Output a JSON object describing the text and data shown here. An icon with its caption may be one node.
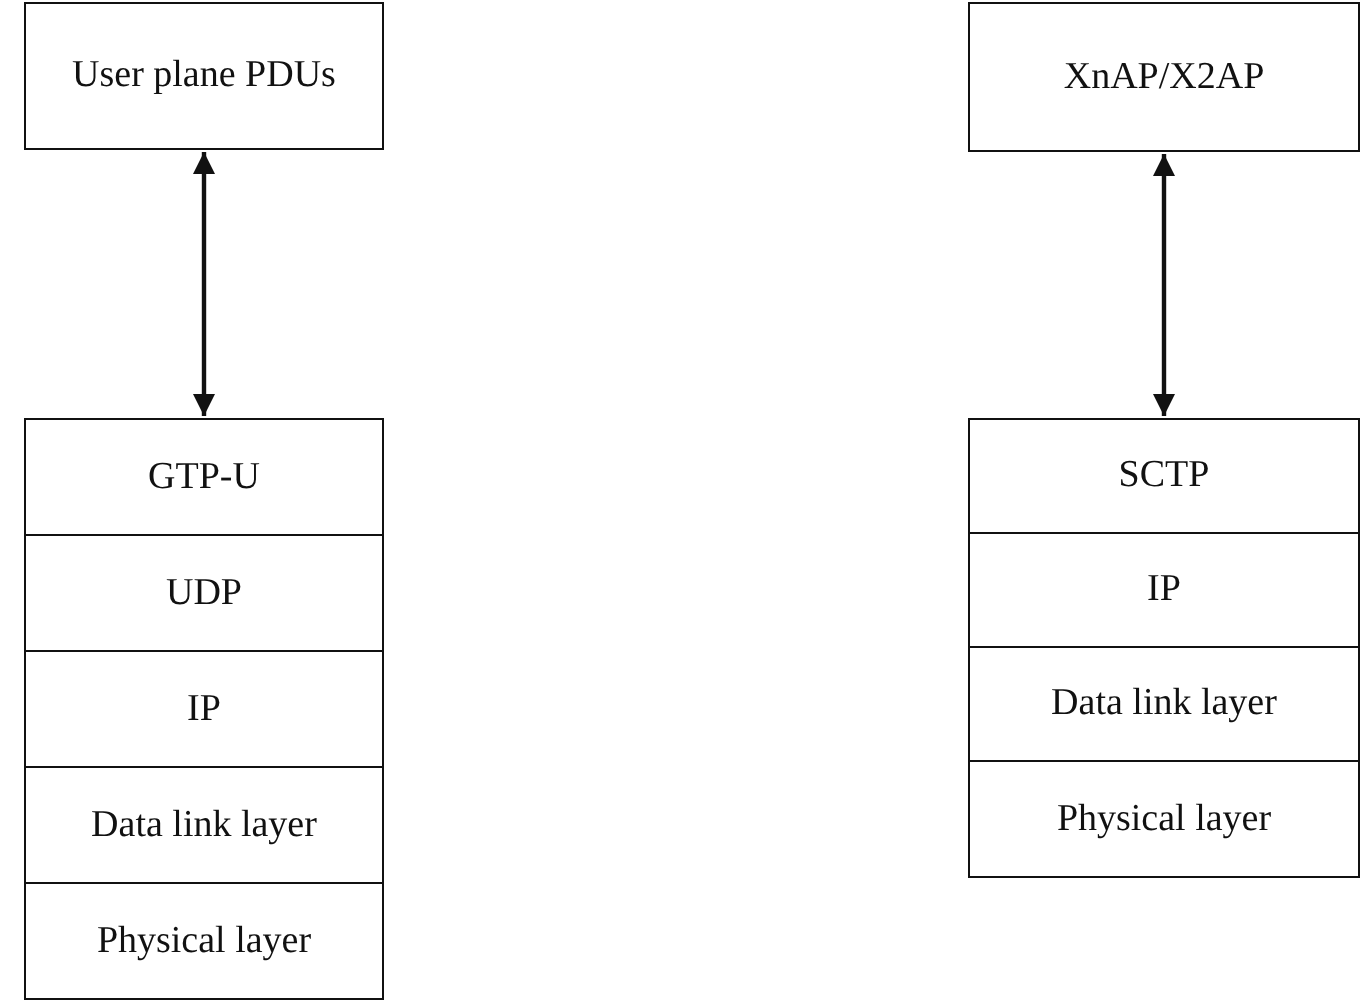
{
  "diagram": {
    "nodes": [
      {
        "text": [
          "User plane PDUs"
        ]
      },
      {
        "text": [
          "GTP-U"
        ]
      },
      {
        "text": [
          "UDP"
        ]
      },
      {
        "text": [
          "IP"
        ]
      },
      {
        "text": [
          "Data link layer"
        ]
      },
      {
        "text": [
          "Physical layer"
        ]
      },
      {
        "text": [
          "XnAP/X2AP"
        ]
      },
      {
        "text": [
          "SCTP"
        ]
      },
      {
        "text": [
          "IP"
        ]
      },
      {
        "text": [
          "Data link layer"
        ]
      },
      {
        "text": [
          "Physical layer"
        ]
      }
    ],
    "edges": [
      {
        "from": 0,
        "to": 1,
        "arrow": "both"
      },
      {
        "from": 6,
        "to": 7,
        "arrow": "both"
      }
    ]
  }
}
